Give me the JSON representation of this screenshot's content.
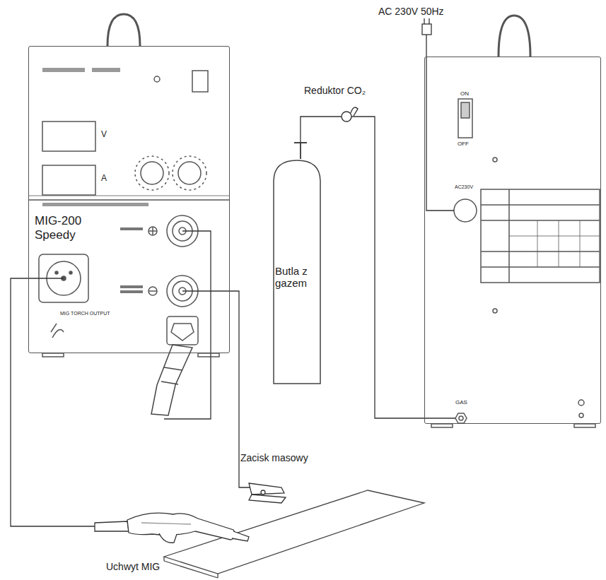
{
  "diagram": {
    "nodes": [
      {
        "text": [
          "MIG-200 Speedy",
          "V",
          "A",
          "MIG TORCH OUTPUT"
        ]
      },
      {
        "text": [
          "Butla z gazem"
        ]
      },
      {
        "text": [
          "ON",
          "OFF",
          "AC230V",
          "GAS"
        ]
      }
    ],
    "edges": [
      {
        "from": 1,
        "to": 2,
        "arrow": "none"
      }
    ],
    "labels": [
      "AC 230V 50Hz",
      "Reduktor CO₂",
      "Zacisk masowy",
      "Uchwyt MIG"
    ]
  }
}
